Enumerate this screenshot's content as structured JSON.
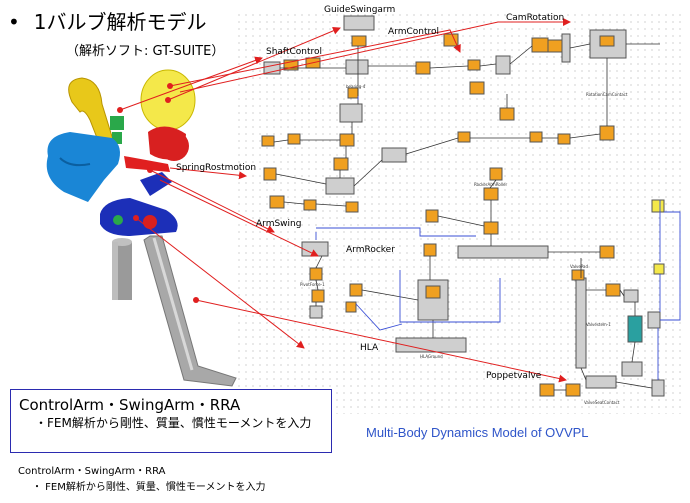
{
  "header": {
    "bullet": "•",
    "title": "1バルブ解析モデル",
    "subtitle": "（解析ソフト: GT-SUITE）"
  },
  "caption": "Multi-Body Dynamics Model of OVVPL",
  "note_box": {
    "heading": "ControlArm・SwingArm・RRA",
    "bullet": "・FEM解析から剛性、質量、慣性モーメントを入力"
  },
  "footnote": {
    "line1": "ControlArm・SwingArm・RRA",
    "line2": "・ FEM解析から剛性、質量、慣性モーメントを入力"
  },
  "diagram": {
    "labels": {
      "guide_swingarm": "GuideSwingarm",
      "arm_control": "ArmControl",
      "cam_rotation": "CamRotation",
      "shaft_control": "ShaftControl",
      "spring_rostmotion": "SpringRostmotion",
      "arm_swing": "ArmSwing",
      "arm_rocker": "ArmRocker",
      "hla": "HLA",
      "poppet_valve": "Poppetvalve"
    },
    "component_labels": {
      "valve_pad": "ValvePad",
      "valve_seat_contact": "ValveSeatContact",
      "rocker_arm_roller": "RockerArmRoller",
      "rotation_cam_contact": "RotationCamContact",
      "hla_ground": "HLAGround",
      "pivot_force": "PivotForce-1",
      "valve_stem": "Valvestem-1",
      "bearing": "bearing-4"
    },
    "colors": {
      "red_link": "#e01f1f",
      "blue_link": "#3a4fd6",
      "block_fill": "#cfcfcf",
      "icon_orange": "#f0a020",
      "dark_line": "#333333"
    }
  }
}
